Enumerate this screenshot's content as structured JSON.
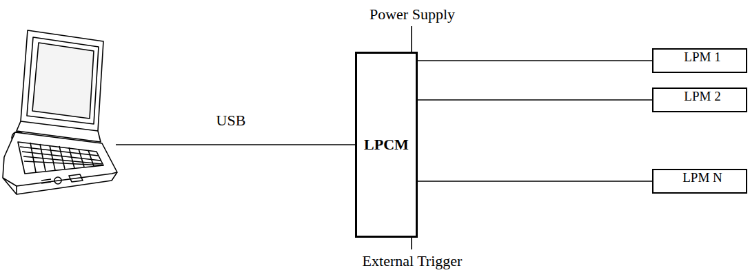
{
  "diagram": {
    "nodes": [
      {
        "text": [
          "LPCM"
        ]
      },
      {
        "text": [
          "LPM 1"
        ]
      },
      {
        "text": [
          "LPM 2"
        ]
      },
      {
        "text": [
          "LPM N"
        ]
      }
    ],
    "edges": [
      {
        "from": 0,
        "to": 1,
        "arrow": "none"
      },
      {
        "from": 0,
        "to": 2,
        "arrow": "none"
      },
      {
        "from": 0,
        "to": 3,
        "arrow": "none"
      }
    ],
    "labels": [
      "USB",
      "Power Supply",
      "External Trigger"
    ]
  }
}
